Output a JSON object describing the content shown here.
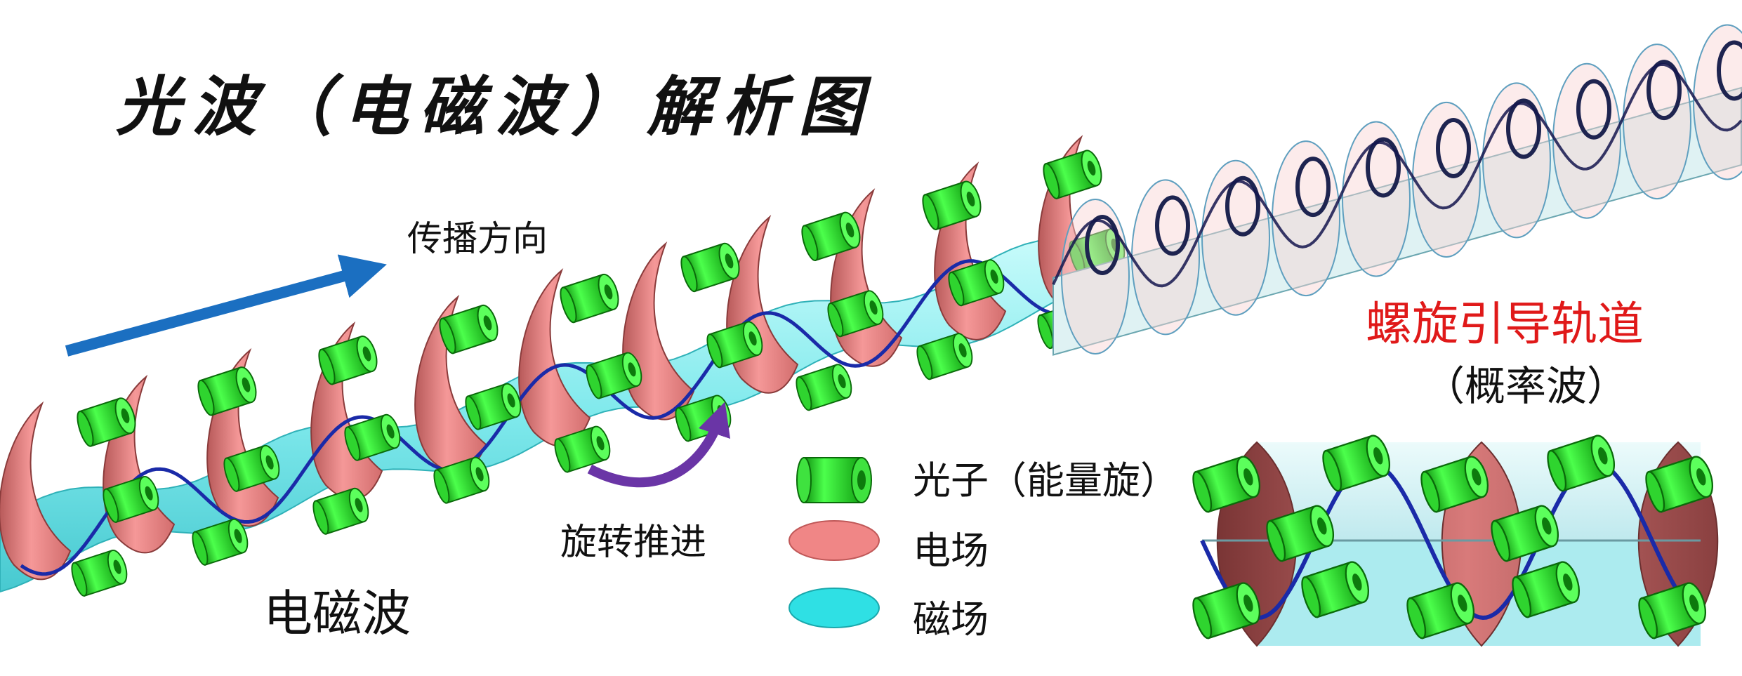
{
  "title": "光波（电磁波）解析图",
  "labels": {
    "propagation": "传播方向",
    "rotation": "旋转推进",
    "em_wave": "电磁波",
    "spiral_track": "螺旋引导轨道",
    "probability_wave": "（概率波）"
  },
  "legend": [
    {
      "label": "光子（能量旋）",
      "icon": "green-cylinder-icon",
      "color": "#22dd22"
    },
    {
      "label": "电场",
      "icon": "pink-ellipse-icon",
      "color": "#f08686"
    },
    {
      "label": "磁场",
      "icon": "cyan-ellipse-icon",
      "color": "#2fe0e4"
    }
  ],
  "colors": {
    "arrow": "#1b6fc1",
    "rotation_arrow": "#6a35a6",
    "photon": "#22dd22",
    "electric": "#f08686",
    "magnetic": "#2fe0e4",
    "spiral_text": "#e01919",
    "track": "#12124e"
  }
}
